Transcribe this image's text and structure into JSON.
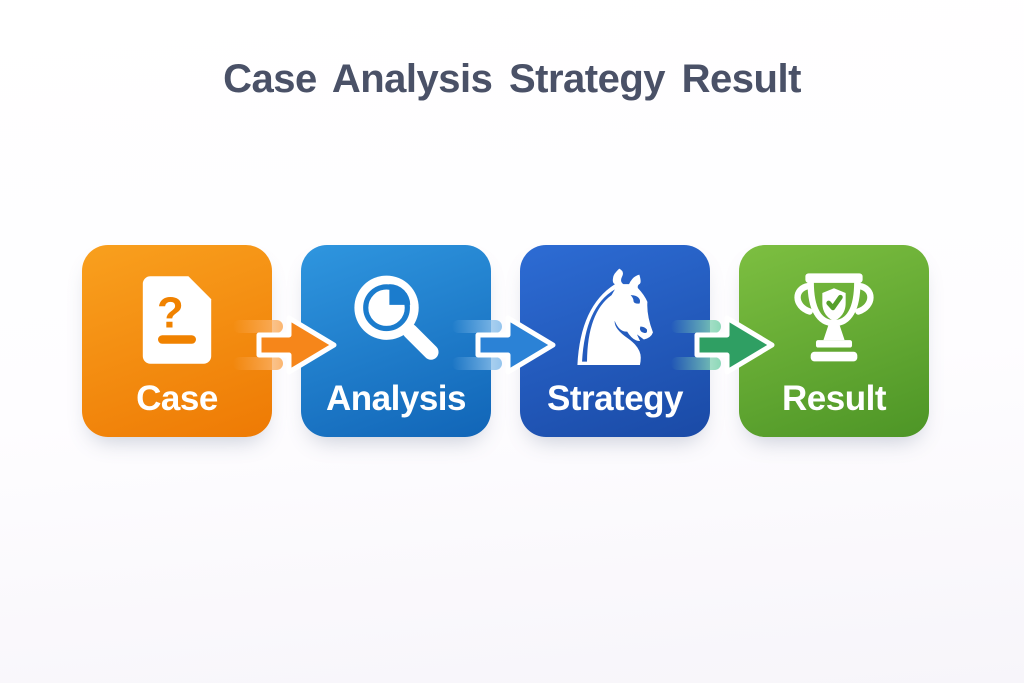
{
  "title": "Case Analysis Strategy Result",
  "title_color": "#4a5167",
  "background_tint": "#f7f5fa",
  "steps": [
    {
      "label": "Case",
      "icon": "question-document-icon",
      "color_top": "#f9a01e",
      "color_bottom": "#ee7a04",
      "accent": "#f08200"
    },
    {
      "label": "Analysis",
      "icon": "magnifier-pie-chart-icon",
      "color_top": "#2f96df",
      "color_bottom": "#1165b7",
      "accent": "#1b7ccd"
    },
    {
      "label": "Strategy",
      "icon": "chess-knight-icon",
      "color_top": "#2d6cd4",
      "color_bottom": "#1a4aa6",
      "accent": "#2057b8"
    },
    {
      "label": "Result",
      "icon": "trophy-check-icon",
      "color_top": "#7dbf41",
      "color_bottom": "#4d9526",
      "accent": "#55a02b"
    }
  ],
  "arrows": [
    {
      "color": "#f6861a",
      "streak": "#fbb268"
    },
    {
      "color": "#2b82d6",
      "streak": "#8fc2ec"
    },
    {
      "color": "#2f9f63",
      "streak": "#86d6b4"
    }
  ],
  "knight_glyph": "♞"
}
